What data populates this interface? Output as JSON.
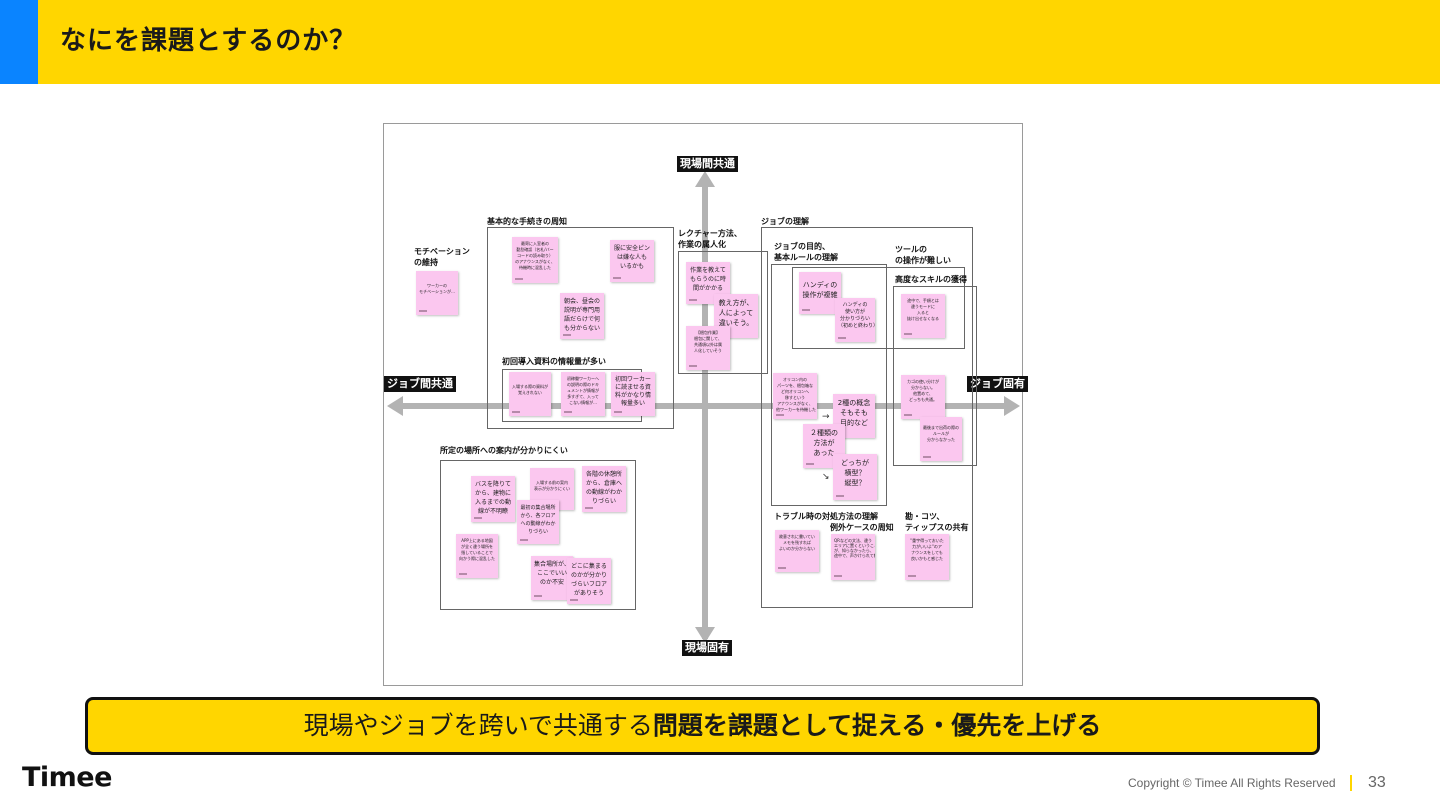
{
  "header": {
    "title": "なにを課題とするのか？"
  },
  "axes": {
    "top": "現場間共通",
    "bottom": "現場固有",
    "left": "ジョブ間共通",
    "right": "ジョブ固有"
  },
  "groups": {
    "motivation": "モチベーション\nの維持",
    "basic_procedures": "基本的な手続きの周知",
    "initial_materials": "初回導入資料の情報量が多い",
    "lecture": "レクチャー方法、\n作業の属人化",
    "job_understanding": "ジョブの理解",
    "job_purpose": "ジョブの目的、\n基本ルールの理解",
    "tool_operation": "ツールの\nの操作が難しい",
    "advanced_skills": "高度なスキルの獲得",
    "location_guidance": "所定の場所への案内が分かりにくい",
    "trouble_handling": "トラブル時の対処方法の理解",
    "exception_cases": "例外ケースの周知",
    "tips_sharing": "勘・コツ、\nティップスの共有"
  },
  "stickies": {
    "s01": "ワーカーの\nモチベーションが...",
    "s02": "最寄に入室者の\n勤怠確認（名札/バー\nコードの読み取り）\nのアナウンスがなく、\n待機時に混乱した",
    "s03": "服に安全ピン\nは嫌な人も\nいるかも",
    "s04": "朝会、昼会の\n説明が専門用\n語だらけで何\nも分からない",
    "s05": "作業を教えて\nもらうのに時\n間がかかる",
    "s06": "教え方が、\n人によって\n違いそう。",
    "s07": "【梱包作業】\n梱包に関して、\n共通項以外は属\n人化していそう",
    "s08": "入場する際の資料が\n覚えきれない",
    "s09": "初稼働ワーカーへ\nの説明の際のドキ\nュメントが情報が\n多すぎて、入って\nこない情報が...",
    "s10": "初回ワーカー\nに読ませる資\n料がかなり情\n報量多い",
    "s11": "ハンディの\n操作が複雑",
    "s12": "ハンディの\n使い方が\n分かりづらい\n（初めと終わり）",
    "s13": "途中で、手順とは\n違うモードに\n入ると\n抜け出せなくなる",
    "s14": "オリコン内の\nパーツを、梱包箱な\nど何オリコンへ\n移すという\nアナウンスがなく、\n他ワーカーを待機した",
    "s15": "2種の概念\nそもそも\n目的など",
    "s16": "２種類の\n方法が\nあった",
    "s17": "どっちが\n横型？\n縦型？",
    "s18": "カゴの使い分けが\n分からない。\n他置めて、\nどっちも共通。",
    "s19": "最後まで出荷の際の\nルールが\n分からなかった",
    "s20": "バスを降りて\nから、建物に\n入るまでの動\n線が不明瞭",
    "s21": "入場する前の案内\n表示が分かりにくい",
    "s22": "各階の休憩所\nから、倉庫へ\nの動線がわか\nりづらい",
    "s23": "最初の集合場所\nから、各フロア\nへの動線がわか\nりづらい",
    "s24": "APP上にある地図\nが全く違う場所を\n指していることで\n向かう際に混乱した",
    "s25": "集合場所が、\nここでいい\nのか不安",
    "s26": "どこに集まる\nのかが分かり\nづらいフロア\nがありそう",
    "s27": "故意されに書いてい\nメモを残すれば\nよいのか分からない",
    "s28": "QRなどの文法、違う\nエリアに置くということ\nが、知らなかったら、\n途中で、声かけられて教えてもらう",
    "s29": "\"重宇得っておいた\n力がいいよ\"のア\nナウンスをしても\n良いかもと感じた"
  },
  "callout": {
    "normal": "現場やジョブを跨いで共通する",
    "bold": "問題を課題として捉える・優先を上げる"
  },
  "footer": {
    "logo": "Timee",
    "copyright": "Copyright © Timee All Rights Reserved",
    "page": "33"
  },
  "colors": {
    "header_yellow": "#FFD600",
    "header_accent_blue": "#0A84FF",
    "sticky_pink": "#fbc7ef",
    "axis_gray": "#b3b3b3"
  }
}
